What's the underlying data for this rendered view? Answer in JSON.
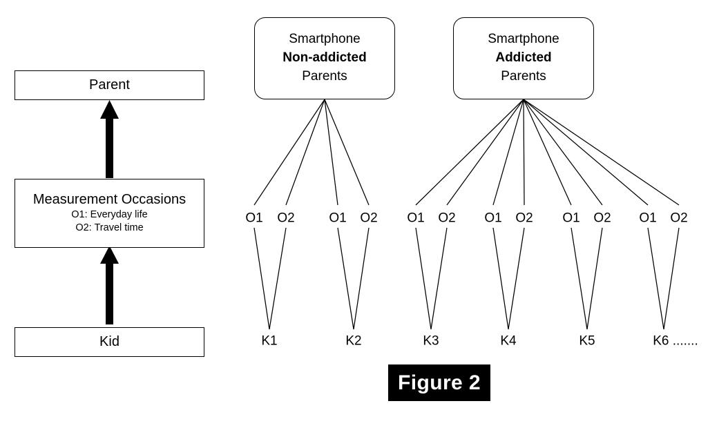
{
  "figure": {
    "caption": "Figure 2",
    "caption_bg": "#000000",
    "caption_fg": "#ffffff"
  },
  "left_panel": {
    "boxes": [
      {
        "title": "Parent",
        "subs": []
      },
      {
        "title": "Measurement Occasions",
        "subs": [
          "O1: Everyday life",
          "O2: Travel time"
        ]
      },
      {
        "title": "Kid",
        "subs": []
      }
    ],
    "arrows": [
      {
        "from": "Kid",
        "to": "Measurement Occasions"
      },
      {
        "from": "Measurement Occasions",
        "to": "Parent"
      }
    ]
  },
  "right_panel": {
    "groups": [
      {
        "id": "non-addicted",
        "lines": [
          "Smartphone",
          "Non-addicted",
          "Parents"
        ],
        "bold_line_index": 1,
        "occasion_labels": [
          "O1",
          "O2",
          "O1",
          "O2"
        ],
        "kid_labels": [
          "K1",
          "K2"
        ]
      },
      {
        "id": "addicted",
        "lines": [
          "Smartphone",
          "Addicted",
          "Parents"
        ],
        "bold_line_index": 1,
        "occasion_labels": [
          "O1",
          "O2",
          "O1",
          "O2",
          "O1",
          "O2",
          "O1",
          "O2"
        ],
        "kid_labels": [
          "K3",
          "K4",
          "K5",
          "K6 ......."
        ]
      }
    ]
  },
  "colors": {
    "stroke": "#000000",
    "background": "#ffffff",
    "thick_arrow": "#000000"
  }
}
